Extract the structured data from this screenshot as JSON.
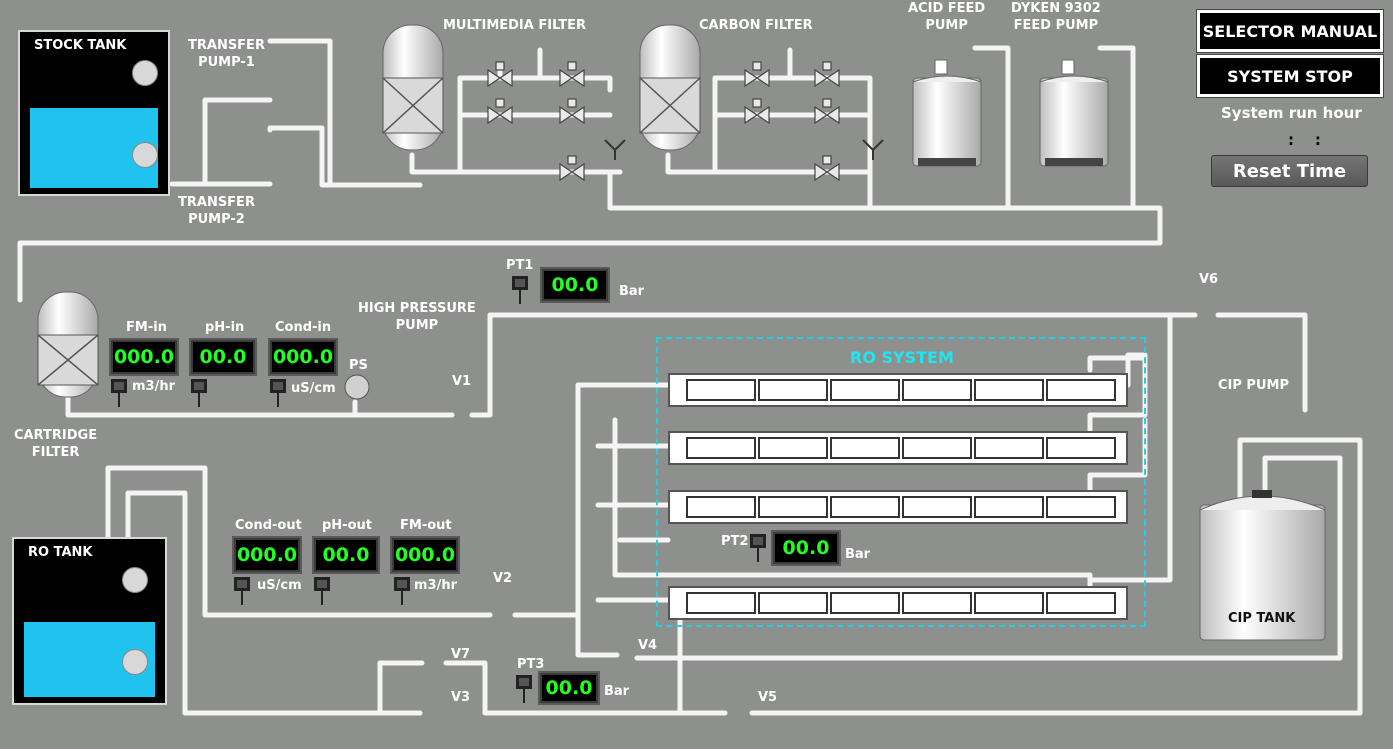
{
  "labels": {
    "stock_tank": "STOCK TANK",
    "ro_tank": "RO TANK",
    "cip_tank": "CIP TANK",
    "transfer_pump_1": "TRANSFER\nPUMP-1",
    "transfer_pump_2": "TRANSFER\nPUMP-2",
    "multimedia_filter": "MULTIMEDIA FILTER",
    "carbon_filter": "CARBON FILTER",
    "acid_feed_pump": "ACID FEED\nPUMP",
    "dyken_feed_pump": "DYKEN 9302\nFEED PUMP",
    "cartridge_filter": "CARTRIDGE\nFILTER",
    "high_pressure_pump": "HIGH PRESSURE\nPUMP",
    "ps": "PS",
    "cip_pump": "CIP PUMP",
    "ro_system": "RO SYSTEM",
    "fm_in": "FM-in",
    "ph_in": "pH-in",
    "cond_in": "Cond-in",
    "cond_out": "Cond-out",
    "ph_out": "pH-out",
    "fm_out": "FM-out",
    "pt1": "PT1",
    "pt2": "PT2",
    "pt3": "PT3",
    "unit_m3hr": "m3/hr",
    "unit_uscm": "uS/cm",
    "unit_bar": "Bar",
    "v1": "V1",
    "v2": "V2",
    "v3": "V3",
    "v4": "V4",
    "v5": "V5",
    "v6": "V6",
    "v7": "V7"
  },
  "readings": {
    "fm_in": "000.0",
    "ph_in": "00.0",
    "cond_in": "000.0",
    "cond_out": "000.0",
    "ph_out": "00.0",
    "fm_out": "000.0",
    "pt1": "00.0",
    "pt2": "00.0",
    "pt3": "00.0"
  },
  "controls": {
    "selector_manual": "SELECTOR MANUAL",
    "system_stop": "SYSTEM STOP",
    "run_hour_label": "System run hour",
    "run_hour_value": ":    :",
    "reset_time": "Reset Time"
  },
  "colors": {
    "background": "#8e908d",
    "pipe": "#f2f2f2",
    "water": "#1fc3ee",
    "display_text": "#22ff22",
    "ro_box": "#1fd0e6"
  }
}
